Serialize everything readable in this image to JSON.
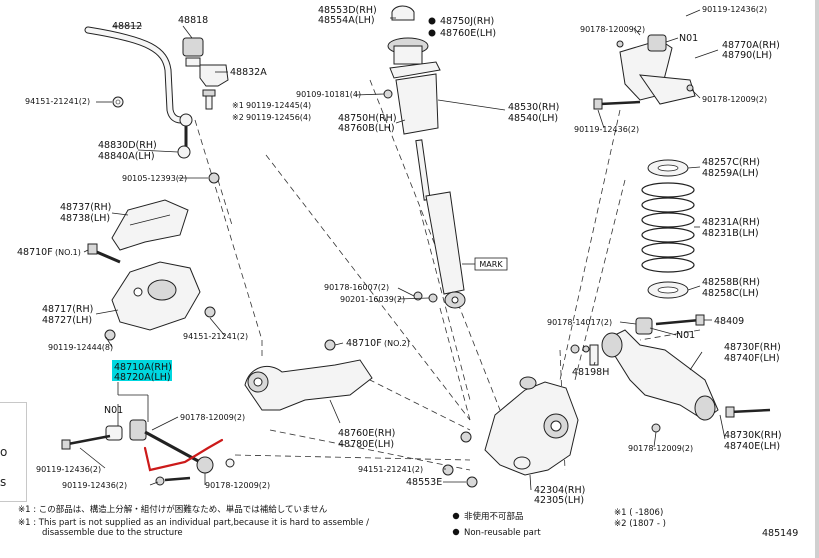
{
  "parts": {
    "p48812": "48812",
    "p48818": "48818",
    "p48832A": "48832A",
    "p94151_left": "94151-21241(2)",
    "p90119_12445": "90119-12445(4)",
    "p90119_12456": "90119-12456(4)",
    "mark1": "※1",
    "mark2": "※2",
    "p48830D": "48830D(RH)",
    "p48840A": "48840A(LH)",
    "p90105": "90105-12393(2)",
    "p48737": "48737(RH)",
    "p48738": "48738(LH)",
    "p48710F1": "48710F",
    "p48710F1_tag": "(NO.1)",
    "p48717": "48717(RH)",
    "p48727": "48727(LH)",
    "p94151_mid": "94151-21241(2)",
    "p90119_12444": "90119-12444(8)",
    "p48710A": "48710A(RH)",
    "p48720A": "48720A(LH)",
    "n01_left": "N01",
    "p90119_12436_l1": "90119-12436(2)",
    "p90119_12436_l2": "90119-12436(2)",
    "p90178_12009_a": "90178-12009(2)",
    "p90178_12009_b": "90178-12009(2)",
    "p48553D": "48553D(RH)",
    "p48554A": "48554A(LH)",
    "p48750J": "48750J(RH)",
    "p48760E": "48760E(LH)",
    "p90109": "90109-10181(4)",
    "p48750H": "48750H(RH)",
    "p48760B": "48760B(LH)",
    "p48530": "48530(RH)",
    "p48540": "48540(LH)",
    "mark_label": "MARK",
    "p90178_16007": "90178-16007(2)",
    "p90201": "90201-16039(2)",
    "p48710F2": "48710F",
    "p48710F2_tag": "(NO.2)",
    "p48760E_b": "48760E(RH)",
    "p48780E": "48780E(LH)",
    "p94151_low": "94151-21241(2)",
    "p48553E": "48553E",
    "p42304": "42304(RH)",
    "p42305": "42305(LH)",
    "p90119_12436_tr": "90119-12436(2)",
    "p90178_12009_tr": "90178-12009(2)",
    "n01_tr": "N01",
    "p48770A": "48770A(RH)",
    "p48790": "48790(LH)",
    "p90178_12009_tr2": "90178-12009(2)",
    "p90119_12436_tr2": "90119-12436(2)",
    "p48257C": "48257C(RH)",
    "p48259A": "48259A(LH)",
    "p48231A": "48231A(RH)",
    "p48231B": "48231B(LH)",
    "p48258B": "48258B(RH)",
    "p48258C": "48258C(LH)",
    "p90178_14017": "90178-14017(2)",
    "p48409": "48409",
    "n01_r": "N01",
    "p48198H": "48198H",
    "p48730F": "48730F(RH)",
    "p48740F": "48740F(LH)",
    "p90178_12009_r": "90178-12009(2)",
    "p48730K": "48730K(RH)",
    "p48740E": "48740E(LH)"
  },
  "notes": {
    "note_jp": "※1 : この部品は、構造上分解・組付けが困難なため、単品では補給していません",
    "note_en1": "※1 : This part is not supplied as an individual part,because it is hard to assemble /",
    "note_en2": "disassemble due to the structure",
    "legend_jp": "非使用不可部品",
    "legend_en": "Non-reusable part",
    "range1": "※1 (      -1806)",
    "range2": "※2 (1807      -      )",
    "diagram_no": "485149"
  },
  "side_panel": {
    "char1": "o",
    "char2": "s"
  },
  "colors": {
    "highlight": "#00d8e0",
    "red_mark": "#cc1a1a"
  }
}
